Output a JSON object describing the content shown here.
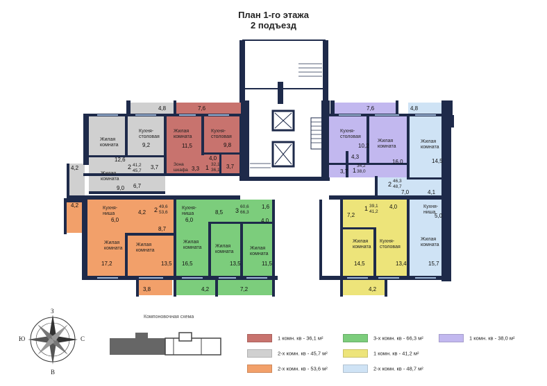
{
  "header": {
    "title_line1": "План 1-го этажа",
    "title_line2": "2 подъезд"
  },
  "colors": {
    "red": "#c8736e",
    "grey": "#d0d0d0",
    "orange": "#f2a06a",
    "green": "#7ccd7c",
    "yellow": "#ede47a",
    "lightblue": "#cfe3f5",
    "purple": "#c2b8ef",
    "wall": "#1e2a4a"
  },
  "rooms": {
    "red_balcony": "7,6",
    "red_kitchen_label": "Кухня-\nстоловая",
    "red_kitchen": "9,8",
    "red_living_label": "Жилая\nкомната",
    "red_living": "11,5",
    "red_bath": "4,0",
    "red_hall": "3,7",
    "red_area_num": "1",
    "red_area_a": "32,1",
    "red_area_b": "36,1",
    "red_zone_label": "Зона\nшкафа",
    "red_zone": "3,3",
    "grey_balcony": "4,8",
    "grey_kitchen_label": "Кухня-\nстоловая",
    "grey_kitchen": "9,2",
    "grey_living1_label": "Жилая\nкомната",
    "grey_living1": "12,6",
    "grey_living2_label": "Жилая\nкомната",
    "grey_living2": "9,0",
    "grey_bath": "3,7",
    "grey_hall": "6,7",
    "grey_area_num": "2",
    "grey_area_a": "41,2",
    "grey_area_b": "45,7",
    "grey_balcony2": "4,2",
    "orange_balcony": "4,2",
    "orange_kitchen_label": "Кухня-\nниша",
    "orange_kitchen": "6,0",
    "orange_bath": "4,2",
    "orange_area_num": "2",
    "orange_area_a": "49,6",
    "orange_area_b": "53,6",
    "orange_hall": "8,7",
    "orange_living1_label": "Жилая\nкомната",
    "orange_living1": "17,2",
    "orange_living2_label": "Жилая\nкомната",
    "orange_living2": "13,5",
    "orange_balcony2": "3,8",
    "green_kitchen_label": "Кухня-\nниша",
    "green_kitchen": "6,0",
    "green_hall": "8,5",
    "green_area_num": "3",
    "green_area_a": "60,6",
    "green_area_b": "66,3",
    "green_wc": "1,6",
    "green_bath": "4,0",
    "green_living1_label": "Жилая\nкомната",
    "green_living1": "16,5",
    "green_living2_label": "Жилая\nкомната",
    "green_living2": "13,5",
    "green_living3_label": "Жилая\nкомната",
    "green_living3": "11,5",
    "green_balcony1": "4,2",
    "green_balcony2": "7,2",
    "yellow_hall": "7,2",
    "yellow_area_num": "1",
    "yellow_area_a": "39,1",
    "yellow_area_b": "41,2",
    "yellow_bath": "4,0",
    "yellow_living_label": "Жилая\nкомната",
    "yellow_living": "14,5",
    "yellow_kitchen_label": "Кухня-\nстоловая",
    "yellow_kitchen": "13,4",
    "yellow_balcony": "4,2",
    "purple_balcony": "7,6",
    "purple_kitchen_label": "Кухня-\nстоловая",
    "purple_kitchen": "10,2",
    "purple_living_label": "Жилая\nкомната",
    "purple_living": "16,0",
    "purple_bath": "4,3",
    "purple_hall": "3,7",
    "purple_area_num": "1",
    "purple_area_a": "34,2",
    "purple_area_b": "38,0",
    "lb_balcony": "4,8",
    "lb_living1_label": "Жилая\nкомната",
    "lb_living1": "14,5",
    "lb_area_num": "2",
    "lb_area_a": "46,3",
    "lb_area_b": "48,7",
    "lb_hall": "7,0",
    "lb_bath": "4,1",
    "lb_kitchen_label": "Кухня-\nниша",
    "lb_kitchen": "5,0",
    "lb_living2_label": "Жилая\nкомната",
    "lb_living2": "15,7"
  },
  "compass": {
    "n": "З",
    "s": "В",
    "w": "Ю",
    "e": "С"
  },
  "scheme_caption": "Компоновочная схема",
  "legend": [
    {
      "text": "1 комн. кв - 36,1 м²",
      "color": "#c8736e"
    },
    {
      "text": "2-х комн. кв - 45,7 м²",
      "color": "#d0d0d0"
    },
    {
      "text": "2-х комн. кв - 53,6 м²",
      "color": "#f2a06a"
    },
    {
      "text": "3-х комн. кв - 66,3 м²",
      "color": "#7ccd7c"
    },
    {
      "text": "1 комн. кв - 41,2 м²",
      "color": "#ede47a"
    },
    {
      "text": "2-х комн. кв - 48,7 м²",
      "color": "#cfe3f5"
    },
    {
      "text": "1 комн. кв - 38,0 м²",
      "color": "#c2b8ef"
    }
  ]
}
